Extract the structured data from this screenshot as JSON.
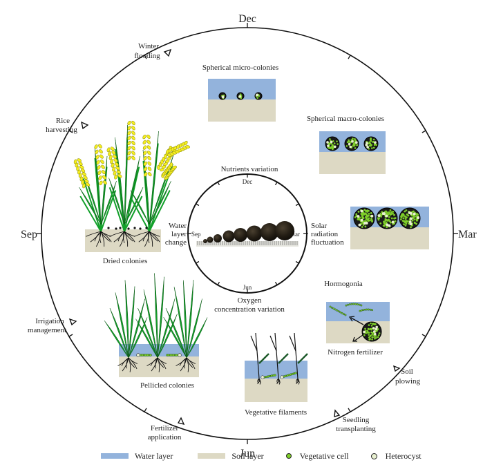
{
  "colors": {
    "water": "#93b3dc",
    "soil": "#ddd9c4",
    "vegetative_cell": "#7fcf2a",
    "heterocyst": "#e8f0d0",
    "leaf": "#12a02a",
    "grain": "#f5ee1e",
    "line": "#111111"
  },
  "outer_ring": {
    "months": {
      "top": "Dec",
      "right": "Mar",
      "bottom": "Jun",
      "left": "Sep"
    },
    "events": [
      {
        "id": "winter-flooding",
        "line1": "Winter",
        "line2": "flooding"
      },
      {
        "id": "rice-harvesting",
        "line1": "Rice",
        "line2": "harvesting"
      },
      {
        "id": "irrigation-management",
        "line1": "Irrigation",
        "line2": "management"
      },
      {
        "id": "fertilizer-application",
        "line1": "Fertilizer",
        "line2": "application"
      },
      {
        "id": "seedling-transplanting",
        "line1": "Seedling",
        "line2": "transplanting"
      },
      {
        "id": "soil-plowing",
        "line1": "Soil",
        "line2": "plowing"
      }
    ]
  },
  "inner_ring": {
    "months": {
      "top": "Dec",
      "right": "Mar",
      "bottom": "Jun",
      "left": "Sep"
    },
    "factors": {
      "top": "Nutrients variation",
      "right": [
        "Solar",
        "radiation",
        "fluctuation"
      ],
      "bottom": [
        "Oxygen",
        "concentration variation"
      ],
      "left": [
        "Water",
        "layer",
        "change"
      ]
    }
  },
  "stages": [
    {
      "id": "spherical-micro-colonies",
      "label": "Spherical micro-colonies"
    },
    {
      "id": "spherical-macro-colonies",
      "label": "Spherical macro-colonies"
    },
    {
      "id": "large-colonies",
      "label": ""
    },
    {
      "id": "hormogonia",
      "label": "Hormogonia",
      "sublabel": "Nitrogen fertilizer"
    },
    {
      "id": "vegetative-filaments",
      "label": "Vegetative filaments"
    },
    {
      "id": "pellicled-colonies",
      "label": "Pellicled colonies"
    },
    {
      "id": "dried-colonies",
      "label": "Dried colonies"
    }
  ],
  "legend": [
    {
      "label": "Water layer"
    },
    {
      "label": "Soil layer"
    },
    {
      "label": "Vegetative cell"
    },
    {
      "label": "Heterocyst"
    }
  ]
}
